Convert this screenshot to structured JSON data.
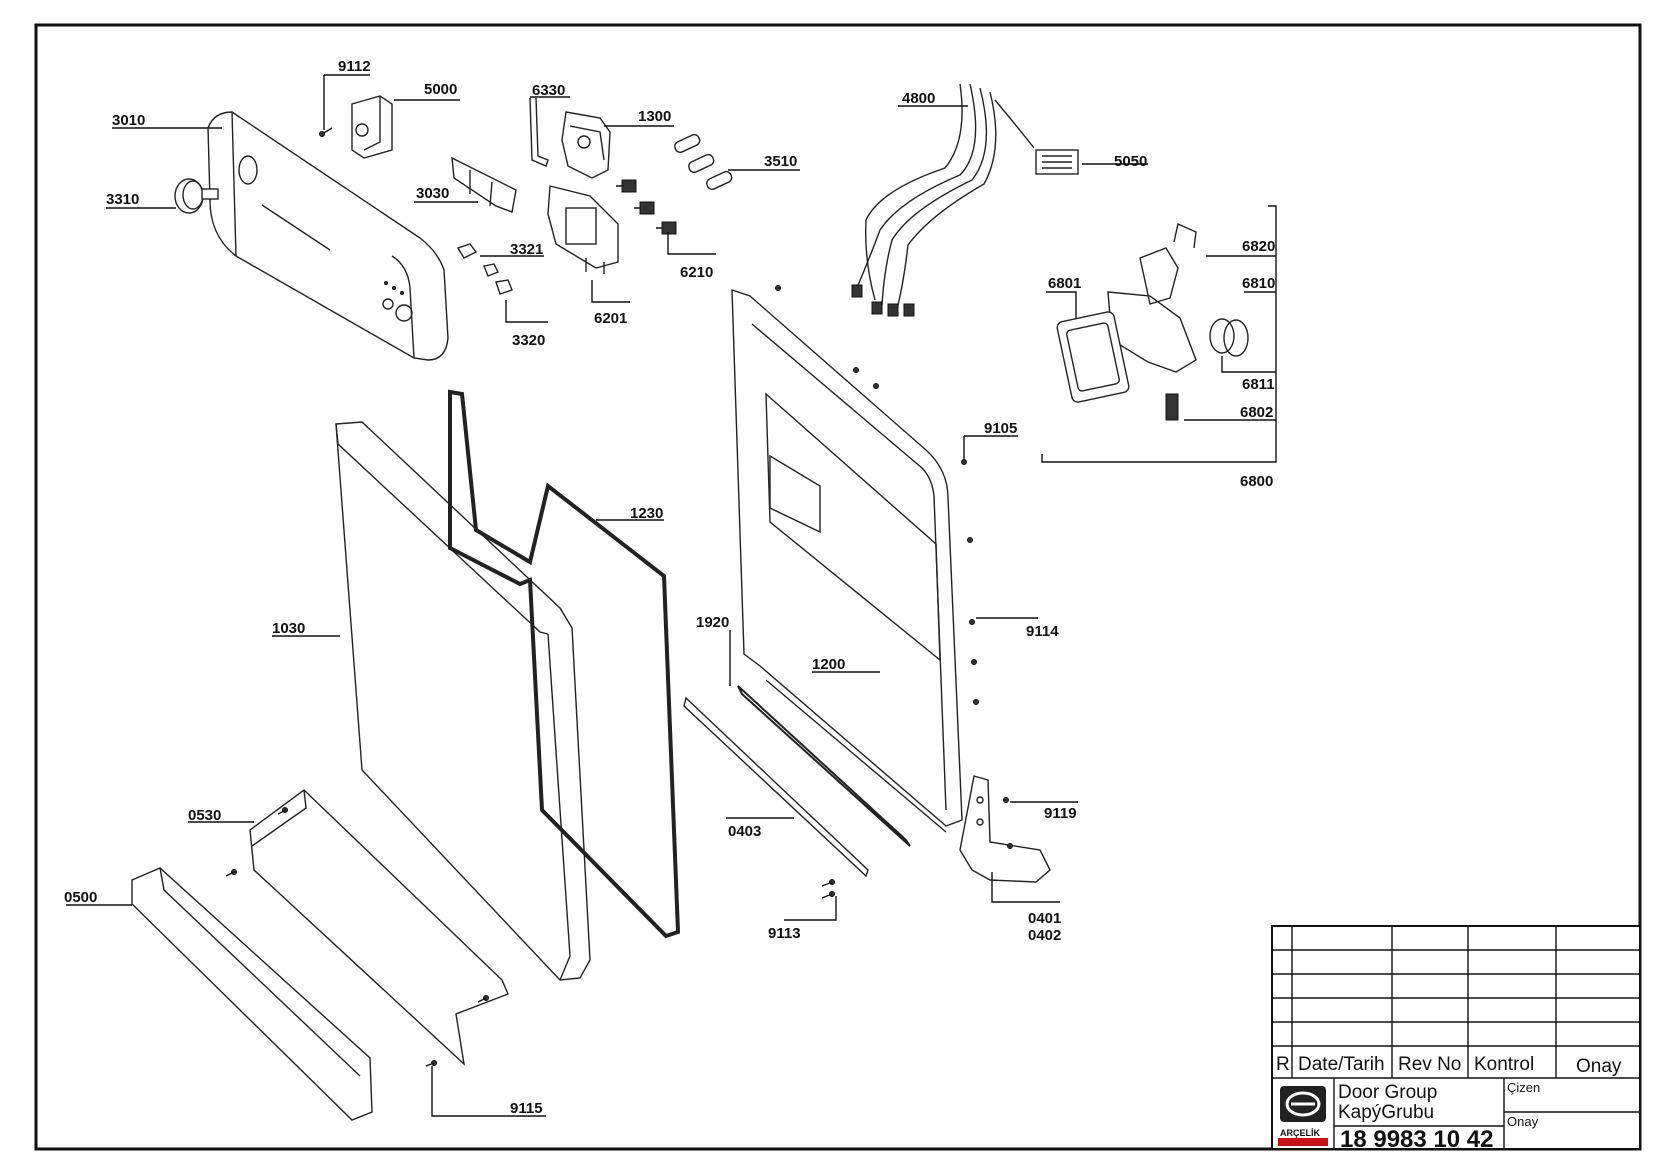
{
  "labels": [
    {
      "id": "9112",
      "text": "9112"
    },
    {
      "id": "5000",
      "text": "5000"
    },
    {
      "id": "6330",
      "text": "6330"
    },
    {
      "id": "1300",
      "text": "1300"
    },
    {
      "id": "3010",
      "text": "3010"
    },
    {
      "id": "3510",
      "text": "3510"
    },
    {
      "id": "3310",
      "text": "3310"
    },
    {
      "id": "3030",
      "text": "3030"
    },
    {
      "id": "3321",
      "text": "3321"
    },
    {
      "id": "6210",
      "text": "6210"
    },
    {
      "id": "6201",
      "text": "6201"
    },
    {
      "id": "3320",
      "text": "3320"
    },
    {
      "id": "4800",
      "text": "4800"
    },
    {
      "id": "5050",
      "text": "5050"
    },
    {
      "id": "6820",
      "text": "6820"
    },
    {
      "id": "6801",
      "text": "6801"
    },
    {
      "id": "6810",
      "text": "6810"
    },
    {
      "id": "6811",
      "text": "6811"
    },
    {
      "id": "6802",
      "text": "6802"
    },
    {
      "id": "9105",
      "text": "9105"
    },
    {
      "id": "6800",
      "text": "6800"
    },
    {
      "id": "1230",
      "text": "1230"
    },
    {
      "id": "1030",
      "text": "1030"
    },
    {
      "id": "1920",
      "text": "1920"
    },
    {
      "id": "9114",
      "text": "9114"
    },
    {
      "id": "1200",
      "text": "1200"
    },
    {
      "id": "0530",
      "text": "0530"
    },
    {
      "id": "9119",
      "text": "9119"
    },
    {
      "id": "0403",
      "text": "0403"
    },
    {
      "id": "0500",
      "text": "0500"
    },
    {
      "id": "9113",
      "text": "9113"
    },
    {
      "id": "0401",
      "text": "0401"
    },
    {
      "id": "0402",
      "text": "0402"
    },
    {
      "id": "9115",
      "text": "9115"
    }
  ],
  "title_block": {
    "revision_header": {
      "r": "R",
      "date": "Date/Tarih",
      "rev": "Rev No",
      "kontrol": "Kontrol",
      "onay": "Onay"
    },
    "title_en": "Door Group",
    "title_tr": "KapýGrubu",
    "cizen": "Çizen",
    "onay_small": "Onay",
    "drawing_number": "18 9983 10 42",
    "brand": "ARÇELİK"
  }
}
